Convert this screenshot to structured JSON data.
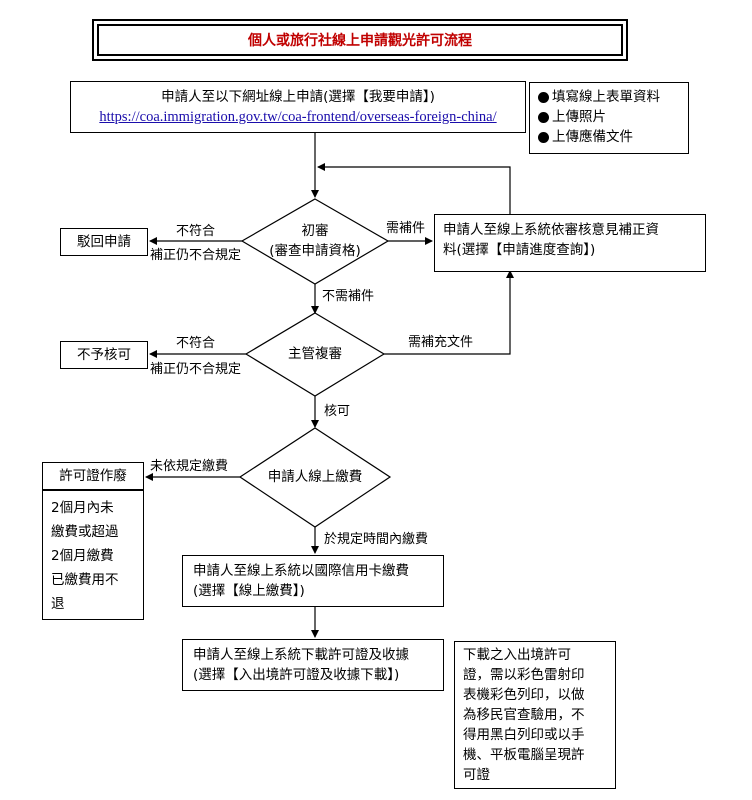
{
  "title": "個人或旅行社線上申請觀光許可流程",
  "apply_box": {
    "line1": "申請人至以下網址線上申請(選擇【我要申請】)",
    "url": "https://coa.immigration.gov.tw/coa-frontend/overseas-foreign-china/"
  },
  "requirements": [
    "填寫線上表單資料",
    "上傳照片",
    "上傳應備文件"
  ],
  "initial_review": {
    "line1": "初審",
    "line2": "(審查申請資格)"
  },
  "reject_box": "駁回申請",
  "correction_box": {
    "line1": "申請人至線上系統依審核意見補正資",
    "line2": "料(選擇【申請進度查詢】)"
  },
  "supervisor_review": "主管複審",
  "deny_box": "不予核可",
  "payment_decision": "申請人線上繳費",
  "permit_void_box": "許可證作廢",
  "void_note_lines": [
    "2個月內未",
    "繳費或超過",
    "2個月繳費",
    "已繳費用不",
    "退"
  ],
  "pay_box": {
    "line1": "申請人至線上系統以國際信用卡繳費",
    "line2": "(選擇【線上繳費】)"
  },
  "download_box": {
    "line1": "申請人至線上系統下載許可證及收據",
    "line2": "(選擇【入出境許可證及收據下載】)"
  },
  "print_note_lines": [
    "下載之入出境許可",
    "證，需以彩色雷射印",
    "表機彩色列印，以做",
    "為移民官查驗用，不",
    "得用黑白列印或以手",
    "機、平板電腦呈現許",
    "可證"
  ],
  "labels": {
    "not_meet_1": "不符合",
    "still_not_1": "補正仍不合規定",
    "need_supplement": "需補件",
    "no_supplement": "不需補件",
    "not_meet_2": "不符合",
    "still_not_2": "補正仍不合規定",
    "need_docs": "需補充文件",
    "approved": "核可",
    "not_paid_per_rules": "未依規定繳費",
    "paid_in_time": "於規定時間內繳費"
  }
}
